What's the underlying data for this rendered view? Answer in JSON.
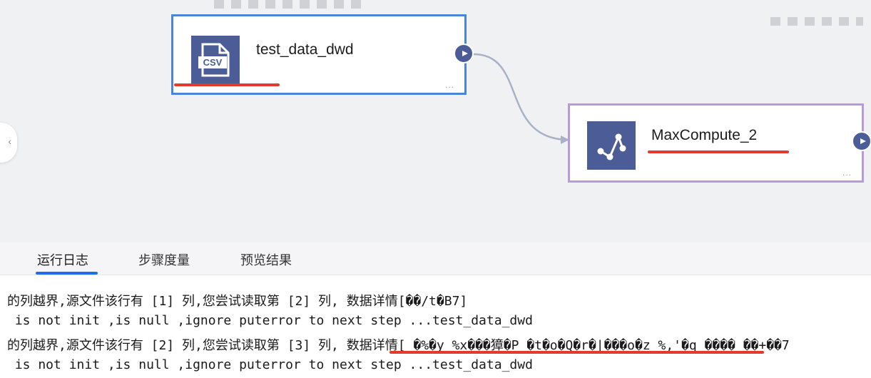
{
  "canvas": {
    "nodes": [
      {
        "title": "test_data_dwd",
        "icon": "csv-file-icon",
        "icon_text": "CSV",
        "more": "..."
      },
      {
        "title": "MaxCompute_2",
        "icon": "maxcompute-icon",
        "more": "..."
      }
    ]
  },
  "tabs": [
    {
      "label": "运行日志",
      "active": true
    },
    {
      "label": "步骤度量",
      "active": false
    },
    {
      "label": "预览结果",
      "active": false
    }
  ],
  "log": {
    "lines": [
      "的列越界,源文件该行有 [1] 列,您尝试读取第 [2] 列, 数据详情[��/t�B7]",
      " is not init ,is null ,ignore puterror to next step ...test_data_dwd",
      "的列越界,源文件该行有 [2] 列,您尝试读取第 [3] 列, 数据详情[ �%�y %x���獐�P_�t�o�Q�r�|���o�z %,'�q ���� ��+��7",
      " is not init ,is null ,ignore puterror to next step ...test_data_dwd"
    ]
  },
  "colors": {
    "node_icon_bg": "#4b5c96",
    "csv_border": "#4a86d8",
    "maxcompute_border": "#b79ad8",
    "annotation_red": "#e33a2d",
    "active_tab": "#1f6ee8"
  }
}
